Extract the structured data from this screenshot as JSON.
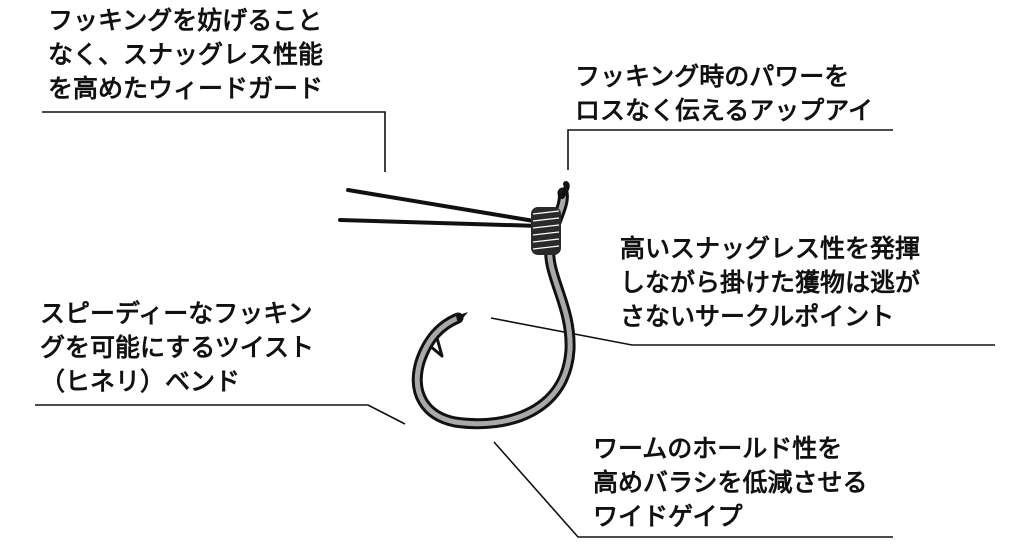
{
  "colors": {
    "ink": "#111111",
    "hook_fill": "#a9a9a9",
    "background": "#ffffff"
  },
  "annotations": {
    "weed_guard": {
      "lines": [
        "フッキングを妨げること",
        "なく、スナッグレス性能",
        "を高めたウィードガード"
      ]
    },
    "up_eye": {
      "lines": [
        "フッキング時のパワーを",
        "ロスなく伝えるアップアイ"
      ]
    },
    "circle_point": {
      "lines": [
        "高いスナッグレス性を発揮",
        "しながら掛けた獲物は逃が",
        "さないサークルポイント"
      ]
    },
    "twist_bend": {
      "lines": [
        "スピーディーなフッキン",
        "グを可能にするツイスト",
        "（ヒネリ）ベンド"
      ]
    },
    "wide_gape": {
      "lines": [
        "ワームのホールド性を",
        "高めバラシを低減させる",
        "ワイドゲイプ"
      ]
    }
  }
}
